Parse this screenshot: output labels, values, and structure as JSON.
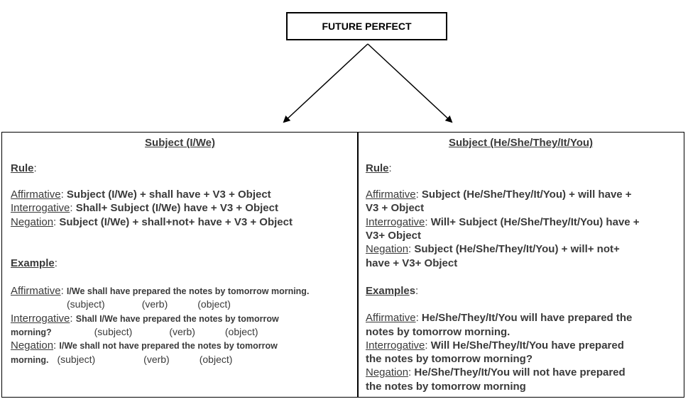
{
  "title": "FUTURE PERFECT",
  "left": {
    "heading": "Subject (I/We)",
    "rule_label": "Rule",
    "affirmative_label": "Affirmative",
    "affirmative_rule": "Subject (I/We) + shall have + V3 + Object",
    "interrogative_label": "Interrogative",
    "interrogative_rule": "Shall+ Subject (I/We) have + V3 + Object",
    "negation_label": "Negation",
    "negation_rule": "Subject (I/We) + shall+not+ have + V3 + Object",
    "example_label": "Example",
    "ex_affirmative": "I/We shall have prepared the notes by tomorrow morning.",
    "ex_interrogative_1": "Shall I/We have prepared the notes by tomorrow",
    "ex_interrogative_2": "morning?",
    "ex_negation_1": "I/We shall not have prepared the notes by tomorrow",
    "ex_negation_2": "morning.",
    "subject_tag": "(subject)",
    "verb_tag": "(verb)",
    "object_tag": "(object)"
  },
  "right": {
    "heading": "Subject (He/She/They/It/You)",
    "rule_label": "Rule",
    "affirmative_label": "Affirmative",
    "affirmative_rule_1": "Subject (He/She/They/It/You) + will have +",
    "affirmative_rule_2": "V3 + Object",
    "interrogative_label": "Interrogative",
    "interrogative_rule_1": "Will+ Subject (He/She/They/It/You) have +",
    "interrogative_rule_2": "V3+ Object",
    "negation_label": "Negation",
    "negation_rule_1": "Subject (He/She/They/It/You) + will+ not+",
    "negation_rule_2": "have + V3+ Object",
    "examples_label_main": "Example",
    "examples_label_tail": "s",
    "ex_affirmative_1": "He/She/They/It/You will have prepared the",
    "ex_affirmative_2": "notes by tomorrow morning.",
    "ex_interrogative_1": "Will He/She/They/It/You have prepared",
    "ex_interrogative_2": "the notes by tomorrow morning?",
    "ex_negation_1": "He/She/They/It/You will not have prepared",
    "ex_negation_2": "the notes by tomorrow morning"
  }
}
